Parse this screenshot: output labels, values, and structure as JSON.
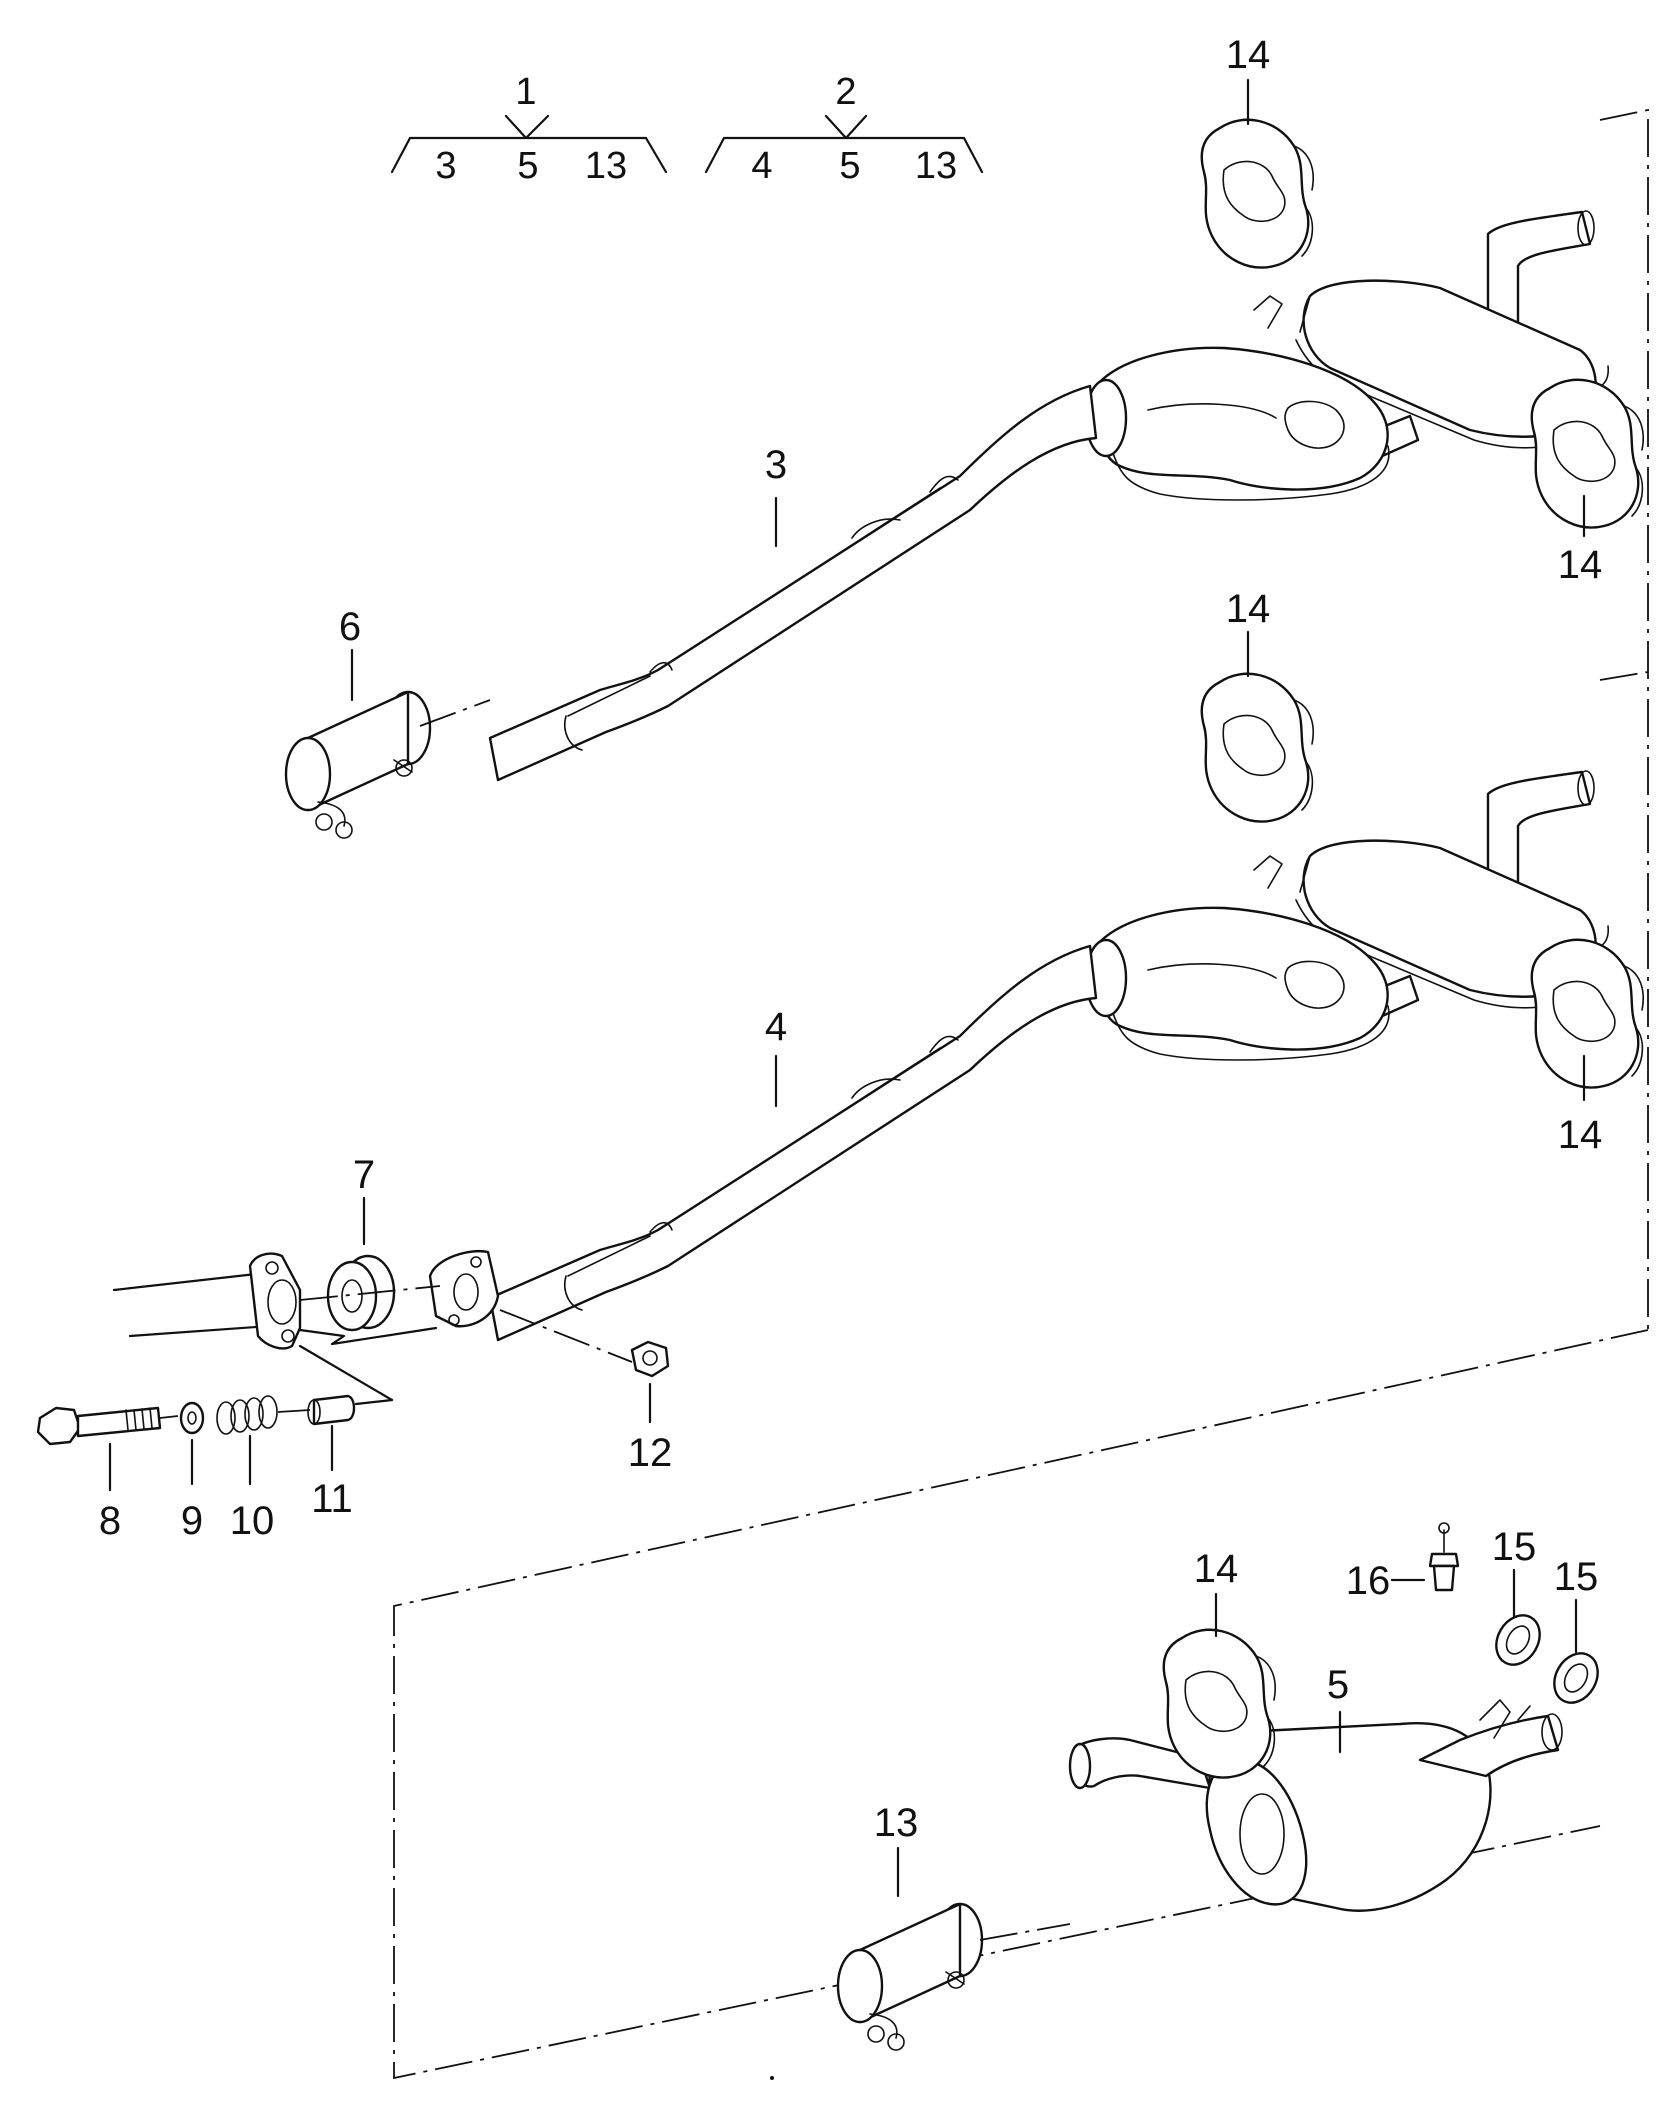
{
  "callouts": {
    "c1": "1",
    "c2": "2",
    "c3": "3",
    "c4": "4",
    "c5": "5",
    "c6": "6",
    "c7": "7",
    "c8": "8",
    "c9": "9",
    "c10": "10",
    "c11": "11",
    "c12": "12",
    "c13": "13",
    "c14": "14",
    "c15": "15",
    "c16": "16"
  },
  "groups": {
    "assembly_1": {
      "label": "1",
      "members": [
        "3",
        "5",
        "13"
      ]
    },
    "assembly_2": {
      "label": "2",
      "members": [
        "4",
        "5",
        "13"
      ]
    }
  },
  "icons": {
    "exhaust_pipe": "exhaust-pipe-icon",
    "muffler": "muffler-icon",
    "rubber_mount": "rubber-mount-icon",
    "clamp": "clamp-icon",
    "bolt": "bolt-icon",
    "nut": "nut-icon",
    "washer": "washer-icon",
    "spring": "spring-icon",
    "gasket": "gasket-ring-icon"
  }
}
